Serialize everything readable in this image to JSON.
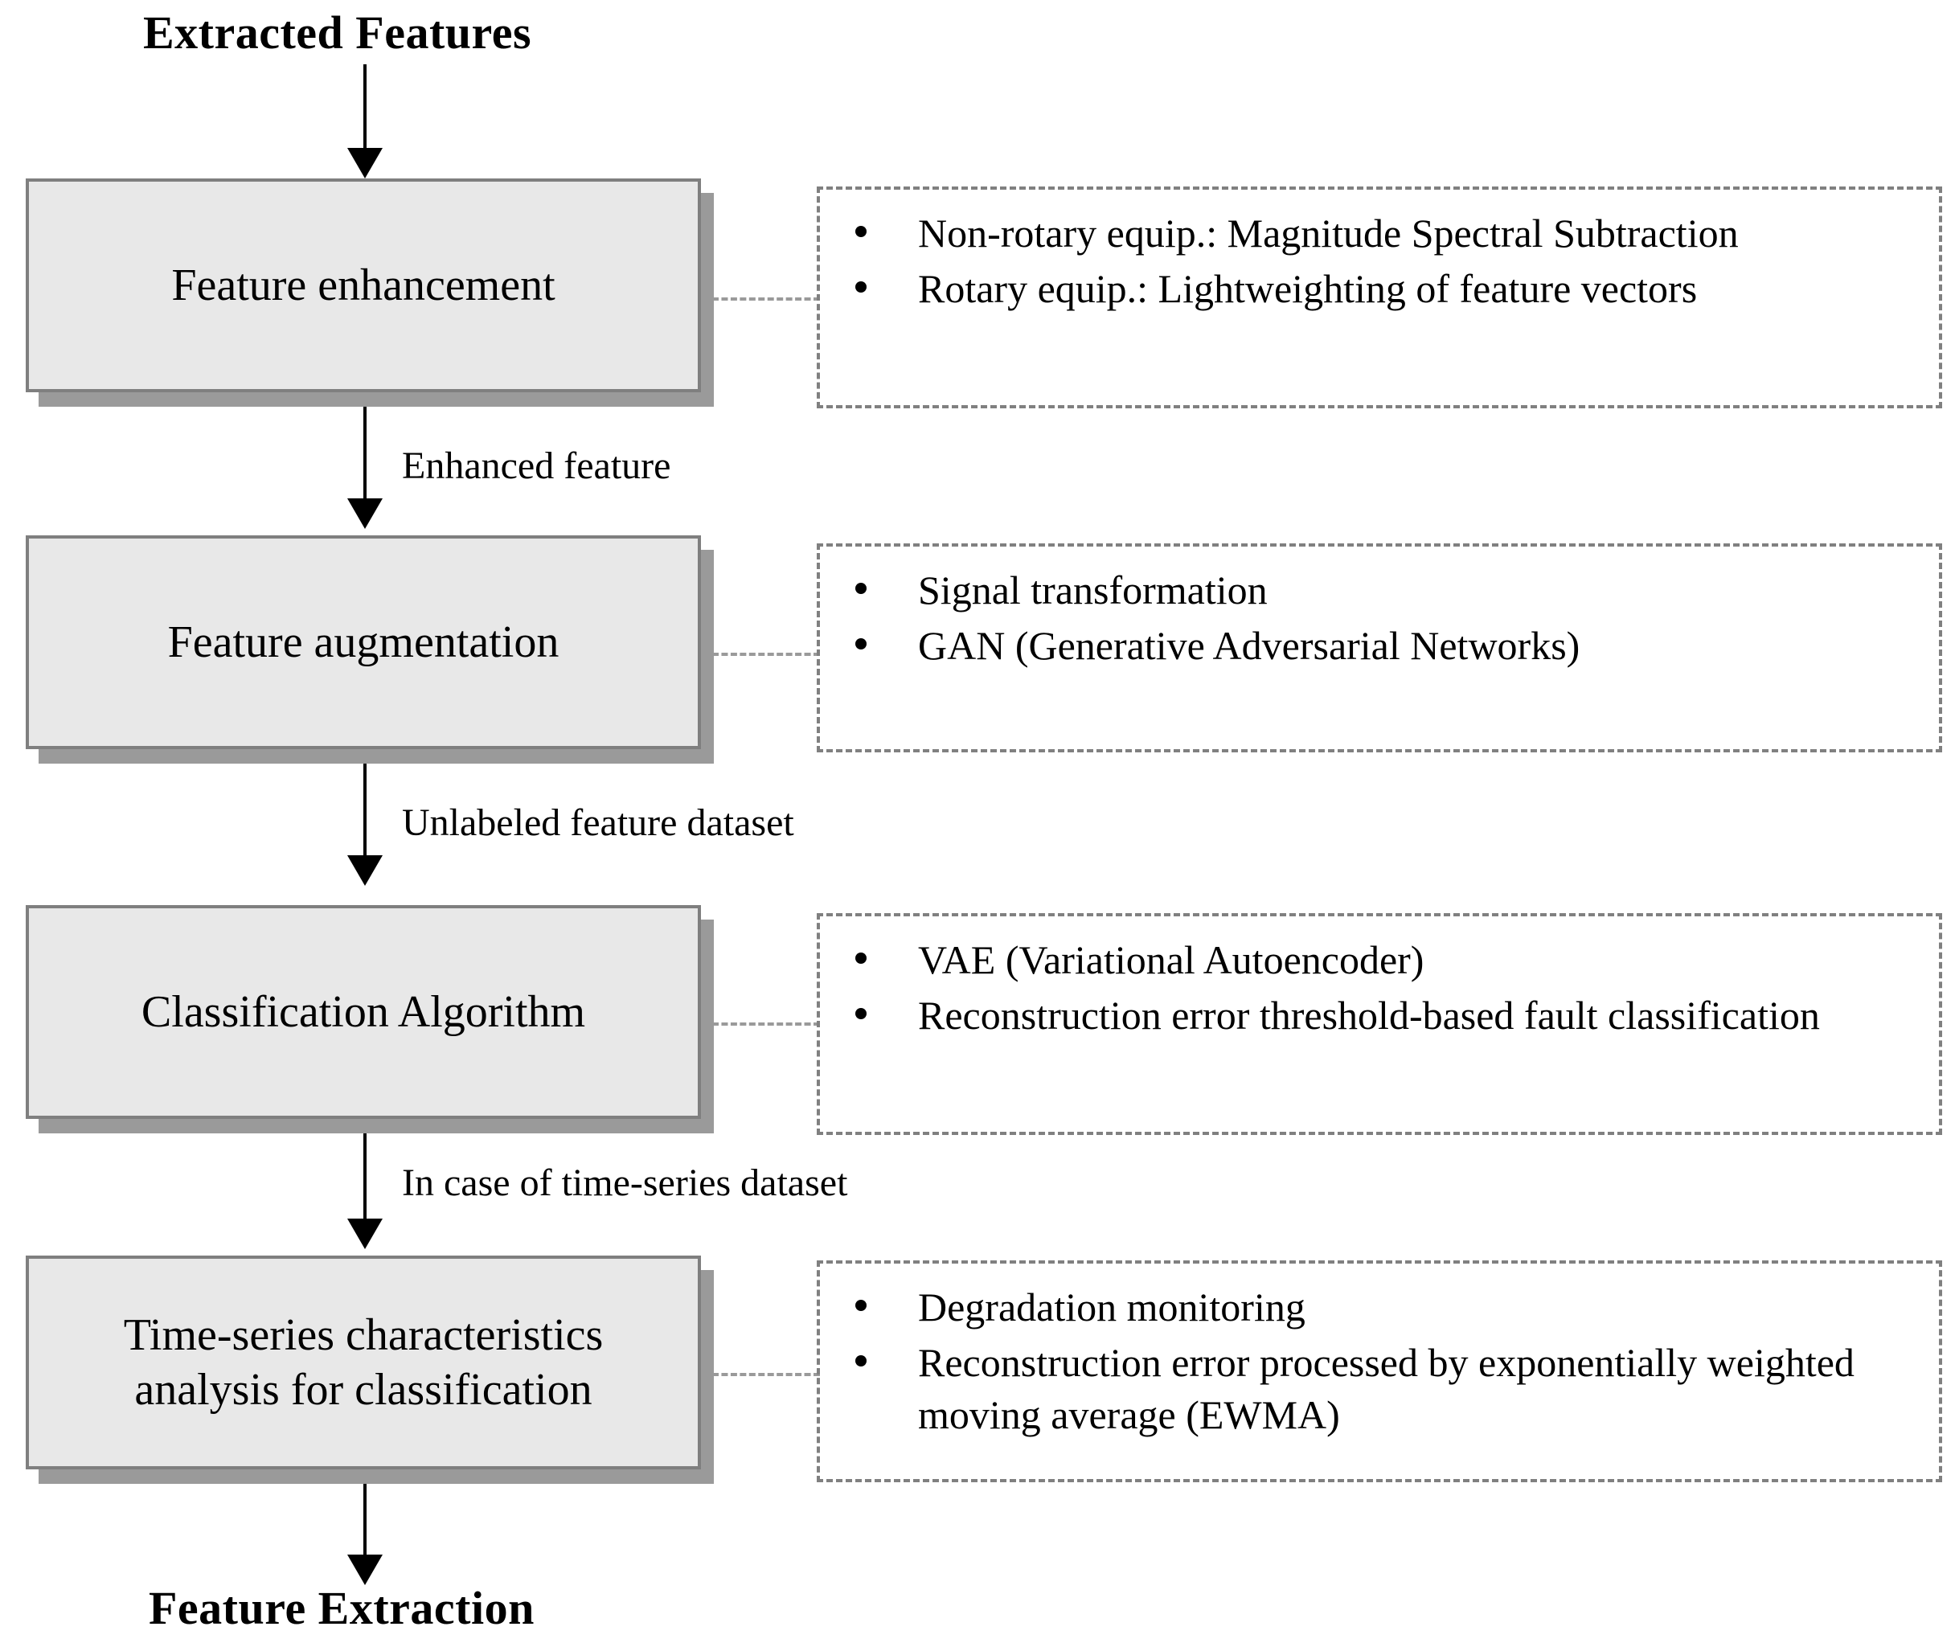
{
  "diagram": {
    "title_top": "Extracted Features",
    "title_bottom": "Feature Extraction",
    "colors": {
      "box_fill": "#e8e8e8",
      "box_border": "#7f7f7f",
      "box_shadow": "#9a9a9a",
      "note_border": "#808080",
      "arrow": "#000000",
      "text": "#000000"
    },
    "steps": [
      {
        "id": "feature-enhancement",
        "label": "Feature enhancement",
        "notes": [
          "Non-rotary equip.: Magnitude Spectral Subtraction",
          "Rotary equip.: Lightweighting of feature vectors"
        ]
      },
      {
        "id": "feature-augmentation",
        "label": "Feature augmentation",
        "notes": [
          "Signal transformation",
          "GAN (Generative Adversarial Networks)"
        ]
      },
      {
        "id": "classification-algorithm",
        "label": "Classification Algorithm",
        "notes": [
          "VAE (Variational Autoencoder)",
          "Reconstruction error threshold-based fault classification"
        ]
      },
      {
        "id": "time-series-analysis",
        "label": "Time-series characteristics analysis for classification",
        "notes": [
          "Degradation monitoring",
          "Reconstruction error processed by exponentially weighted moving average (EWMA)"
        ]
      }
    ],
    "transitions": [
      {
        "id": "top-to-step1",
        "label": ""
      },
      {
        "id": "step1-to-step2",
        "label": "Enhanced feature"
      },
      {
        "id": "step2-to-step3",
        "label": "Unlabeled feature dataset"
      },
      {
        "id": "step3-to-step4",
        "label": "In case of time-series dataset"
      },
      {
        "id": "step4-to-bottom",
        "label": ""
      }
    ]
  }
}
